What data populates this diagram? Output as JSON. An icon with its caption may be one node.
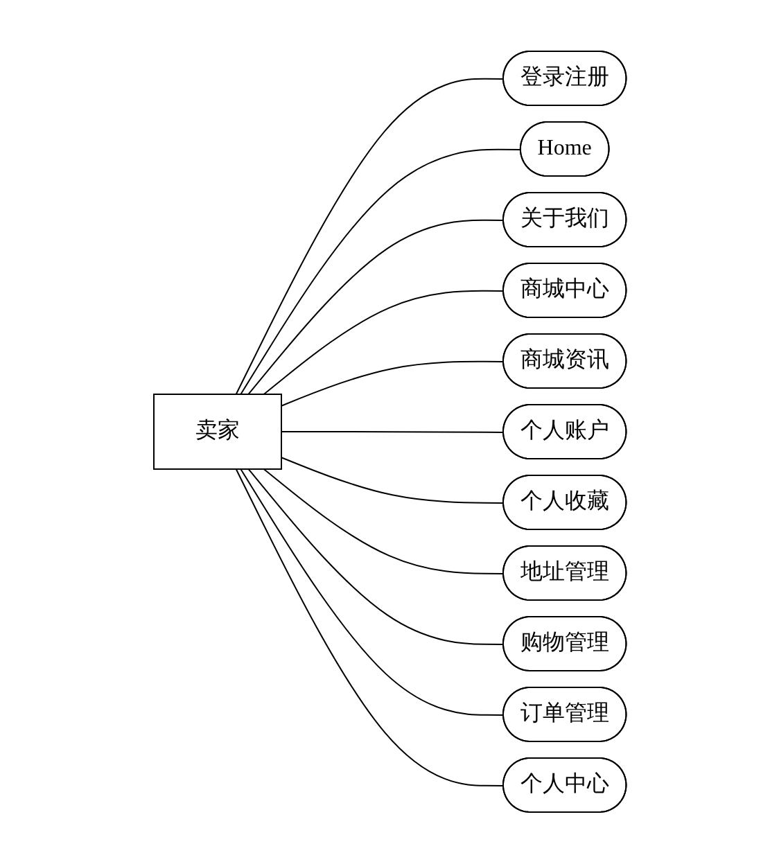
{
  "diagram": {
    "nodes": [
      {
        "text": [
          "卖家"
        ]
      },
      {
        "text": [
          "登录注册"
        ]
      },
      {
        "text": [
          "Home"
        ]
      },
      {
        "text": [
          "关于我们"
        ]
      },
      {
        "text": [
          "商城中心"
        ]
      },
      {
        "text": [
          "商城资讯"
        ]
      },
      {
        "text": [
          "个人账户"
        ]
      },
      {
        "text": [
          "个人收藏"
        ]
      },
      {
        "text": [
          "地址管理"
        ]
      },
      {
        "text": [
          "购物管理"
        ]
      },
      {
        "text": [
          "订单管理"
        ]
      },
      {
        "text": [
          "个人中心"
        ]
      }
    ],
    "edges": [
      {
        "from": 0,
        "to": 1,
        "arrow": "none"
      },
      {
        "from": 0,
        "to": 2,
        "arrow": "none"
      },
      {
        "from": 0,
        "to": 3,
        "arrow": "none"
      },
      {
        "from": 0,
        "to": 4,
        "arrow": "none"
      },
      {
        "from": 0,
        "to": 5,
        "arrow": "none"
      },
      {
        "from": 0,
        "to": 6,
        "arrow": "none"
      },
      {
        "from": 0,
        "to": 7,
        "arrow": "none"
      },
      {
        "from": 0,
        "to": 8,
        "arrow": "none"
      },
      {
        "from": 0,
        "to": 9,
        "arrow": "none"
      },
      {
        "from": 0,
        "to": 10,
        "arrow": "none"
      },
      {
        "from": 0,
        "to": 11,
        "arrow": "none"
      }
    ]
  }
}
